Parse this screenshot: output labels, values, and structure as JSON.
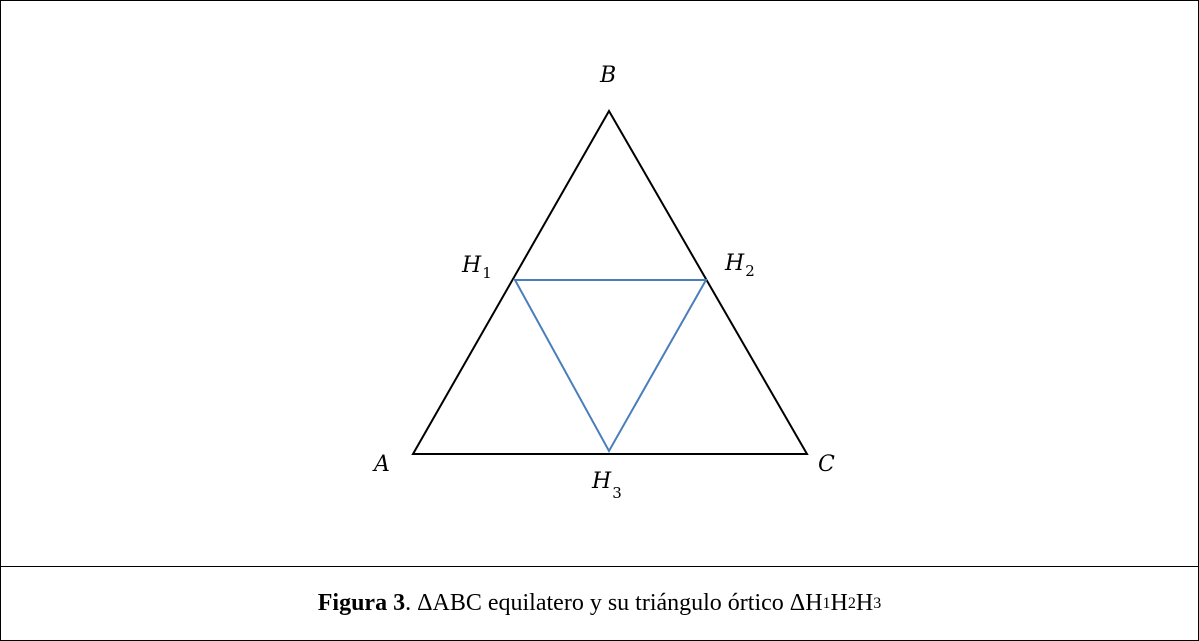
{
  "diagram": {
    "outer_triangle": {
      "vertices": [
        "A",
        "B",
        "C"
      ],
      "color": "#000000"
    },
    "orthic_triangle": {
      "vertices": [
        "H1",
        "H2",
        "H3"
      ],
      "color": "#4a7ebb"
    },
    "labels": {
      "A": {
        "main": "A",
        "sub": ""
      },
      "B": {
        "main": "B",
        "sub": ""
      },
      "C": {
        "main": "C",
        "sub": ""
      },
      "H1": {
        "main": "H",
        "sub": "1"
      },
      "H2": {
        "main": "H",
        "sub": "2"
      },
      "H3": {
        "main": "H",
        "sub": "3"
      }
    }
  },
  "caption": {
    "bold": "Figura 3",
    "separator": ". ",
    "text": "ΔABC equilatero y su triángulo órtico ΔH",
    "sub1": "1",
    "h2": "H",
    "sub2": "2",
    "h3": "H",
    "sub3": "3"
  }
}
